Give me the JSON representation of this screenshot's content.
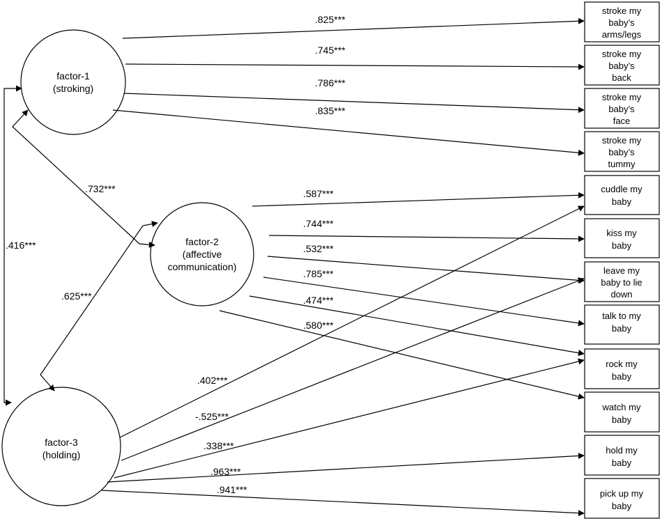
{
  "factors": {
    "f1": [
      "factor-1",
      "(stroking)"
    ],
    "f2": [
      "factor-2",
      "(affective",
      "communication)"
    ],
    "f3": [
      "factor-3",
      "(holding)"
    ]
  },
  "items": {
    "b1": [
      "stroke my",
      "baby’s",
      "arms/legs"
    ],
    "b2": [
      "stroke my",
      "baby’s",
      "back"
    ],
    "b3": [
      "stroke my",
      "baby’s",
      "face"
    ],
    "b4": [
      "stroke my",
      "baby’s",
      "tummy"
    ],
    "b5": [
      "cuddle my",
      "baby"
    ],
    "b6": [
      "kiss my",
      "baby"
    ],
    "b7": [
      "leave my",
      "baby to lie",
      "down"
    ],
    "b8": [
      "talk to my",
      "baby"
    ],
    "b9": [
      "rock my",
      "baby"
    ],
    "b10": [
      "watch my",
      "baby"
    ],
    "b11": [
      "hold my",
      "baby"
    ],
    "b12": [
      "pick up my",
      "baby"
    ]
  },
  "loadings": {
    "f1_b1": ".825***",
    "f1_b2": ".745***",
    "f1_b3": ".786***",
    "f1_b4": ".835***",
    "f2_b5": ".587***",
    "f2_b6": ".744***",
    "f2_b7": ".532***",
    "f2_b8": ".785***",
    "f2_b9": ".474***",
    "f2_b10": ".580***",
    "f3_b5": ".402***",
    "f3_b7": "-.525***",
    "f3_b9": ".338***",
    "f3_b11": ".963***",
    "f3_b12": ".941***"
  },
  "correlations": {
    "f1_f2": ".732***",
    "f1_f3": ".416***",
    "f2_f3": ".625***"
  }
}
